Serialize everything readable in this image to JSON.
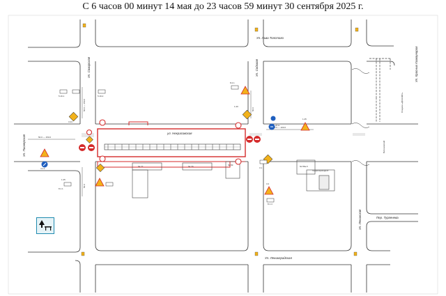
{
  "title": "С 6 часов 00 минут 14 мая до 23 часов 59 минут 30 сентября 2025 г.",
  "streets": {
    "tolstoy": "Ул. Льва Толстого",
    "nekrasovskaya": "ул. Некрасовская",
    "samarskaya": "Ул. Самарская",
    "sadovaya": "Ул. Садовая",
    "pionerskaya": "Ул. Пионерская",
    "leninskaya": "Ул. Ленинская",
    "leningradskaya": "Ул. Ленинградская",
    "turgeneva": "Пер. Тургенева",
    "krasnykh_kommunarov": "Ул. Красных Коммунаров",
    "stadium": "Стадион «ДИНАМО»",
    "vilonovsky": "Вилоновский"
  },
  "buildings": {
    "b77": "№ 77",
    "b79": "№ 79",
    "b83": "№ 83",
    "b86": "№ 86а-б",
    "dou": "Территория ДОУ"
  },
  "sign_codes": {
    "c1": "5.19.1",
    "c2": "5.19.2",
    "c3": "3.24",
    "c4": "1.25",
    "c5": "8.1.1",
    "c6": "1.20",
    "c7": "8.2.1",
    "c8": "4.1.1",
    "c9": "3.1",
    "c10": "8.1.4",
    "c11": "1.25",
    "c12": "3.2"
  },
  "measures": {
    "m1": "50.0 — 150.0",
    "m2": "50.0 — 150.0",
    "m3": "50.0 — 100.0",
    "m4": "20 м",
    "m5": "50.0",
    "m6": "50.0"
  },
  "colors": {
    "closure": "#d42a2a",
    "road_line": "#333333",
    "sign_yellow": "#f2b21b",
    "sign_blue": "#1f5fbf",
    "tram": "#444444",
    "picnic_bg": "#e6f3f7",
    "picnic_border": "#1f8bb0"
  },
  "icons": [
    "picnic-area-icon",
    "traffic-light-icon",
    "road-works-sign-icon",
    "no-entry-sign-icon",
    "detour-arrow-sign-icon"
  ]
}
